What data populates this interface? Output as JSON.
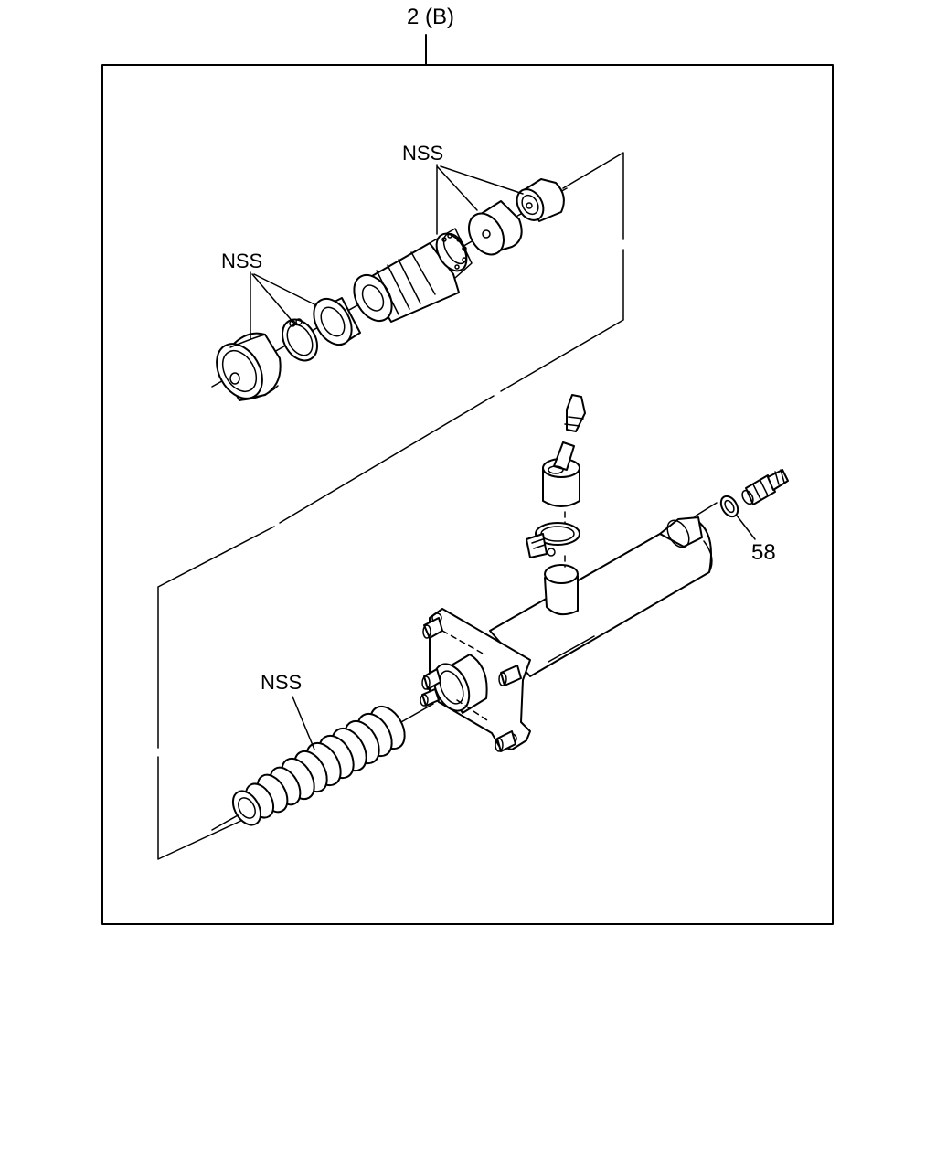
{
  "diagram": {
    "group_label": "2 (B)",
    "callouts": {
      "nss_top_right": "NSS",
      "nss_top_left": "NSS",
      "nss_bottom": "NSS",
      "part_58": "58"
    }
  }
}
